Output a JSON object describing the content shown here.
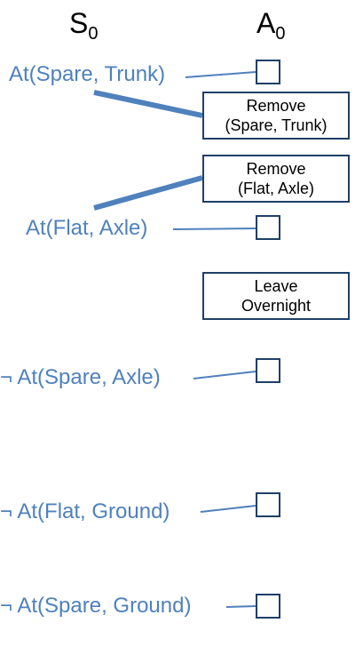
{
  "headers": {
    "state": {
      "base": "S",
      "sub": "0"
    },
    "action": {
      "base": "A",
      "sub": "0"
    }
  },
  "literals": [
    "At(Spare, Trunk)",
    "At(Flat, Axle)",
    "¬ At(Spare, Axle)",
    "¬ At(Flat, Ground)",
    "¬ At(Spare, Ground)"
  ],
  "actions": [
    {
      "line1": "Remove",
      "line2": "(Spare, Trunk)"
    },
    {
      "line1": "Remove",
      "line2": "(Flat, Axle)"
    },
    {
      "line1": "Leave",
      "line2": "Overnight"
    }
  ],
  "colors": {
    "literal_text": "#4f81bd",
    "link": "#4f81bd",
    "box_border": "#1f3f66"
  }
}
